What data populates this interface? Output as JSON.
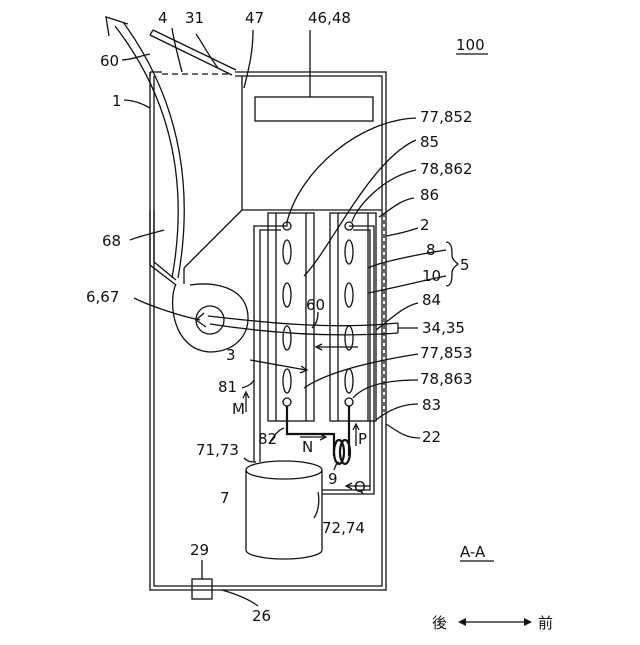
{
  "figure": {
    "id_label": "100",
    "section_label": "A-A",
    "direction": {
      "back": "後",
      "front": "前"
    }
  },
  "labels": {
    "l4": "4",
    "l31": "31",
    "l47": "47",
    "l4648": "46,48",
    "l60top": "60",
    "l1": "1",
    "l77852": "77,852",
    "l85": "85",
    "l78862": "78,862",
    "l86": "86",
    "l2": "2",
    "l68": "68",
    "l8": "8",
    "l5": "5",
    "l10": "10",
    "l84": "84",
    "l667": "6,67",
    "l60mid": "60",
    "l3435": "34,35",
    "l77853": "77,853",
    "l3": "3",
    "l78863": "78,863",
    "l81": "81",
    "lM": "M",
    "l83": "83",
    "l82": "82",
    "lN": "N",
    "lP": "P",
    "l22": "22",
    "l7173": "71,73",
    "l9": "9",
    "lQ": "Q",
    "l7": "7",
    "l7274": "72,74",
    "l29": "29",
    "l26": "26"
  }
}
